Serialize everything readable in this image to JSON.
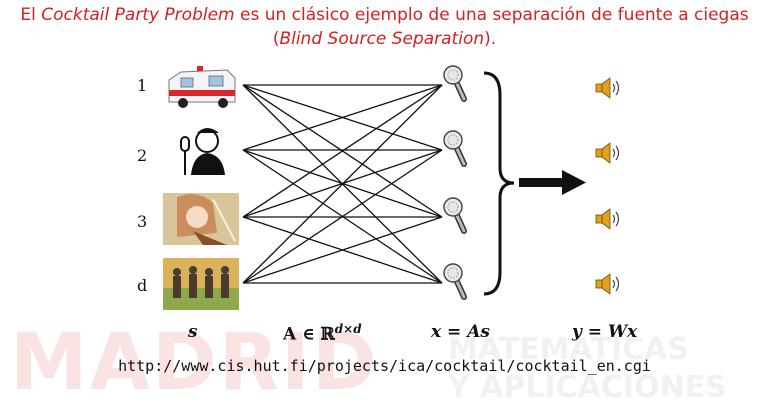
{
  "title": {
    "line1_prefix": "El ",
    "line1_em": "Cocktail Party Problem",
    "line1_suffix": " es un clásico ejemplo de una separación de fuente a ciegas",
    "line2_open": "(",
    "line2_em": "Blind Source Separation",
    "line2_close": ")."
  },
  "sources": [
    {
      "label": "1",
      "icon": "ambulance-icon"
    },
    {
      "label": "2",
      "icon": "singer-icon"
    },
    {
      "label": "3",
      "icon": "violinist-icon"
    },
    {
      "label": "d",
      "icon": "band-icon"
    }
  ],
  "labels": {
    "s": "s",
    "A_matrix": "A ∈ ℝ",
    "A_sup": "d×d",
    "x": "x = As",
    "y": "y = Wx"
  },
  "url": "http://www.cis.hut.fi/projects/ica/cocktail/cocktail_en.cgi",
  "watermark": {
    "left": "MADRID",
    "right_top": "MATEMÁTICAS",
    "right_bottom": "Y APLICACIONES"
  },
  "colors": {
    "title": "#d62020",
    "watermark": "#f7dede",
    "speaker": "#e0a21b"
  }
}
